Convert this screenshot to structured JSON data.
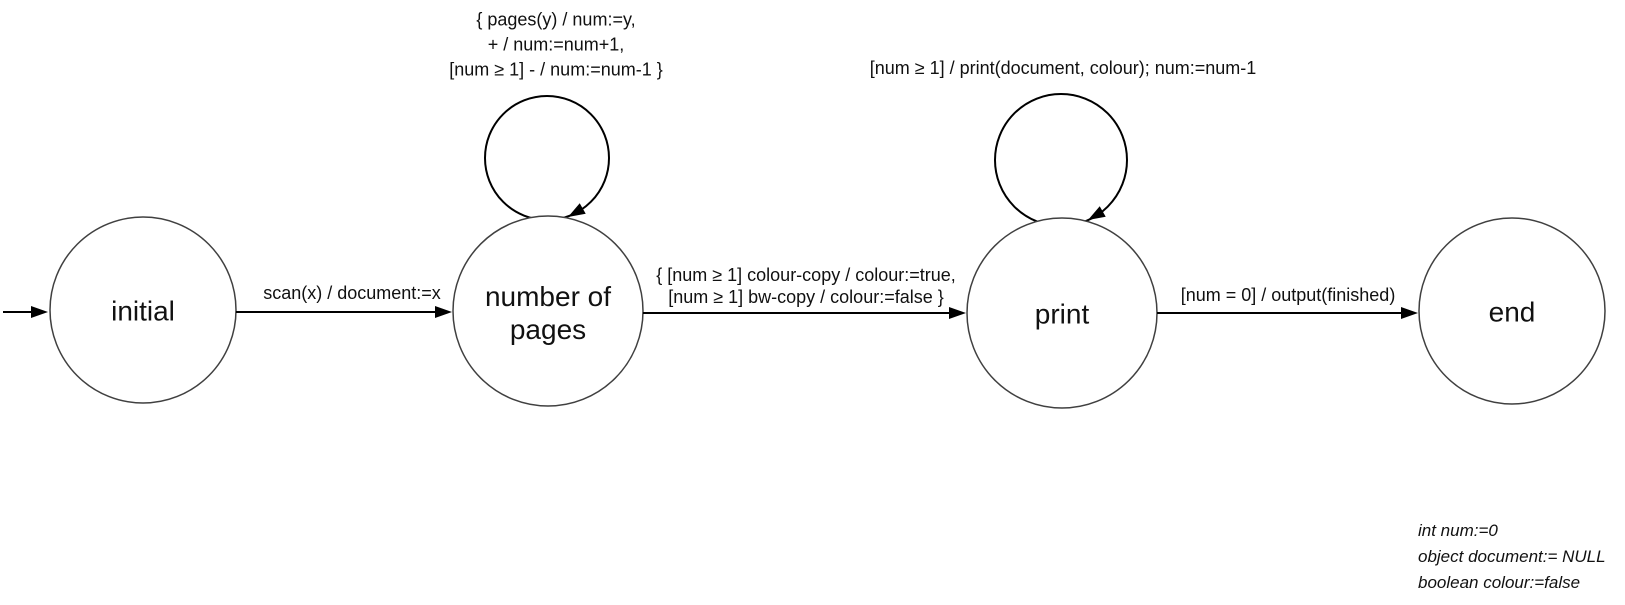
{
  "states": {
    "initial": {
      "label": "initial"
    },
    "pages": {
      "line1": "number of",
      "line2": "pages"
    },
    "print": {
      "label": "print"
    },
    "end": {
      "label": "end"
    }
  },
  "edges": {
    "scan": {
      "label": "scan(x) / document:=x"
    },
    "pages_loop": {
      "line1": "{ pages(y) / num:=y,",
      "line2": "+ / num:=num+1,",
      "line3": "[num ≥ 1] - / num:=num-1 }"
    },
    "copy": {
      "line1": "{ [num ≥ 1] colour-copy / colour:=true,",
      "line2": "[num ≥ 1] bw-copy / colour:=false }"
    },
    "print_loop": {
      "label": "[num ≥ 1] / print(document, colour); num:=num-1"
    },
    "output": {
      "label": "[num = 0] / output(finished)"
    }
  },
  "declarations": {
    "line1": "int num:=0",
    "line2": "object document:= NULL",
    "line3": "boolean colour:=false"
  },
  "colors": {
    "background": "#ffffff",
    "state_stroke": "#404040",
    "edge_stroke": "#000000",
    "text": "#111111"
  }
}
